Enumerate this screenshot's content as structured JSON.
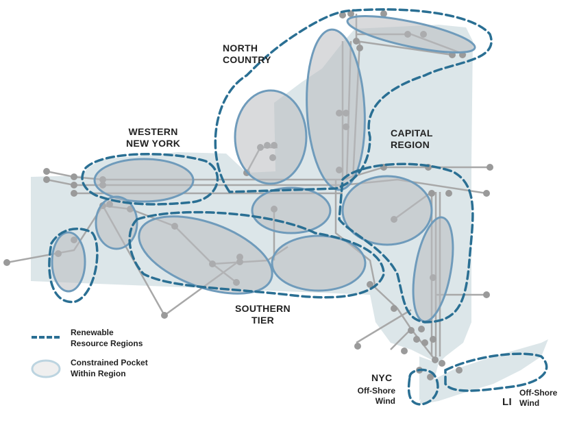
{
  "regions": {
    "north_country": [
      "NORTH",
      "COUNTRY"
    ],
    "western_new_york": [
      "WESTERN",
      "NEW YORK"
    ],
    "capital_region": [
      "CAPITAL",
      "REGION"
    ],
    "southern_tier": [
      "SOUTHERN",
      "TIER"
    ],
    "nyc": "NYC",
    "li": "LI"
  },
  "offshore": {
    "nyc": [
      "Off-Shore",
      "Wind"
    ],
    "li": [
      "Off-Shore",
      "Wind"
    ]
  },
  "legend": {
    "renewable": [
      "Renewable",
      "Resource Regions"
    ],
    "constrained": [
      "Constrained Pocket",
      "Within Region"
    ]
  },
  "colors": {
    "state_fill": "#dce6e9",
    "dash": "#2a6f93",
    "pocket_stroke": "#6f9bbb",
    "pocket_fill": "#c9cccf",
    "line": "#a8a8a8",
    "node": "#9a9a9a"
  }
}
